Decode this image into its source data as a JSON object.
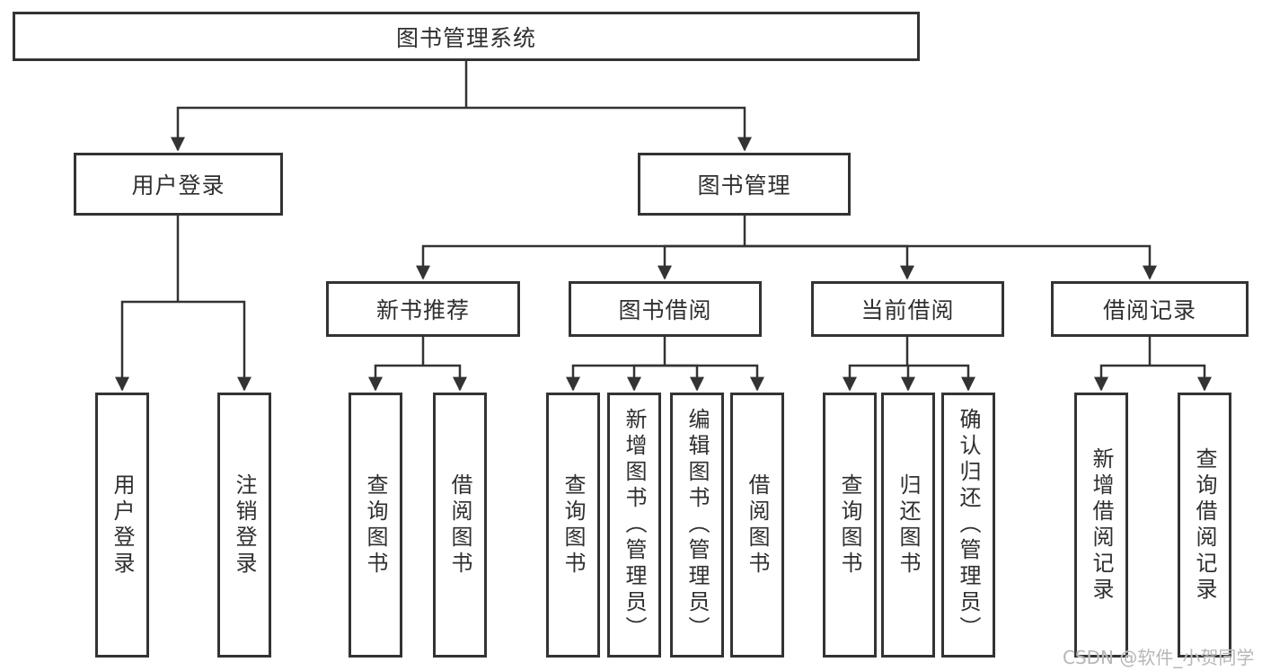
{
  "diagram": {
    "root": {
      "label": "图书管理系统"
    },
    "level2": [
      {
        "label": "用户登录"
      },
      {
        "label": "图书管理"
      }
    ],
    "level3": [
      {
        "label": "新书推荐"
      },
      {
        "label": "图书借阅"
      },
      {
        "label": "当前借阅"
      },
      {
        "label": "借阅记录"
      }
    ],
    "leaves": [
      {
        "label": "用户登录"
      },
      {
        "label": "注销登录"
      },
      {
        "label": "查询图书"
      },
      {
        "label": "借阅图书"
      },
      {
        "label": "查询图书"
      },
      {
        "label": "新增图书（管理员）"
      },
      {
        "label": "编辑图书（管理员）"
      },
      {
        "label": "借阅图书"
      },
      {
        "label": "查询图书"
      },
      {
        "label": "归还图书"
      },
      {
        "label": "确认归还（管理员）"
      },
      {
        "label": "新增借阅记录"
      },
      {
        "label": "查询借阅记录"
      }
    ],
    "colors": {
      "line": "#333333",
      "box_border": "#333333",
      "box_fill": "#ffffff",
      "background": "#ffffff",
      "watermark": "#b7b7b7"
    }
  },
  "watermark": {
    "text": "CSDN @软件_小贺同学"
  }
}
